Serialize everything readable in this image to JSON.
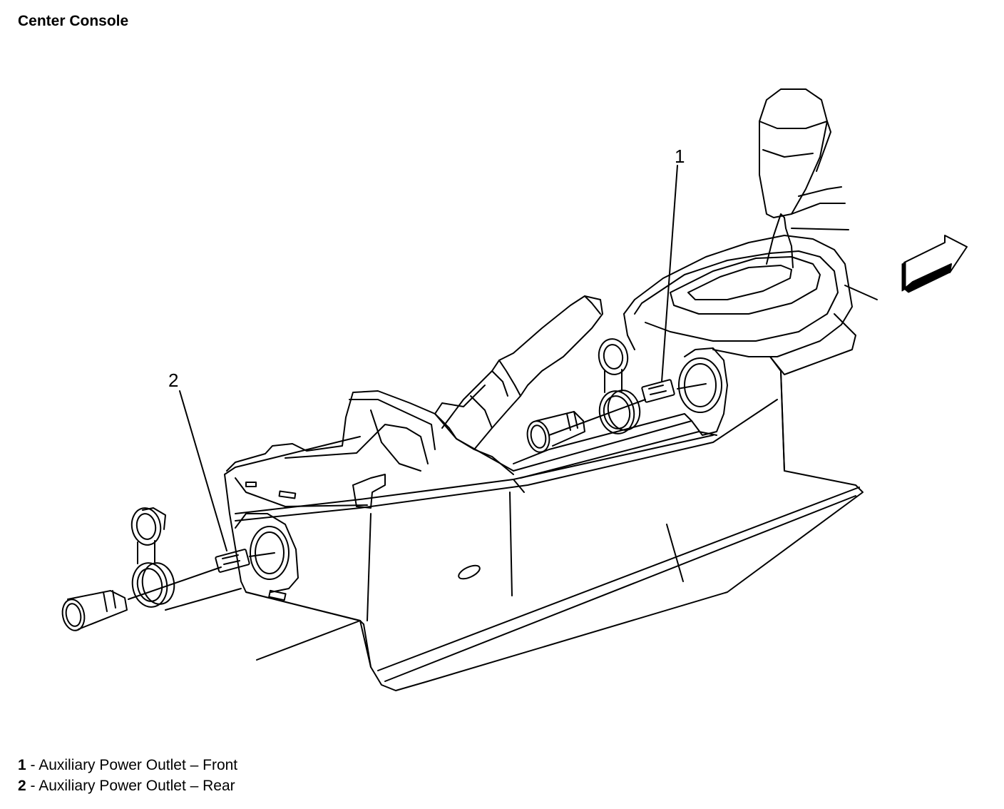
{
  "title": "Center Console",
  "callouts": [
    "1",
    "2"
  ],
  "legend": [
    {
      "num": "1",
      "sep": " - ",
      "text": "Auxiliary Power Outlet – Front"
    },
    {
      "num": "2",
      "sep": " - ",
      "text": "Auxiliary Power Outlet – Rear"
    }
  ],
  "colors": {
    "line": "#000000",
    "background": "#ffffff"
  },
  "icons": [
    "direction-arrow-icon"
  ]
}
